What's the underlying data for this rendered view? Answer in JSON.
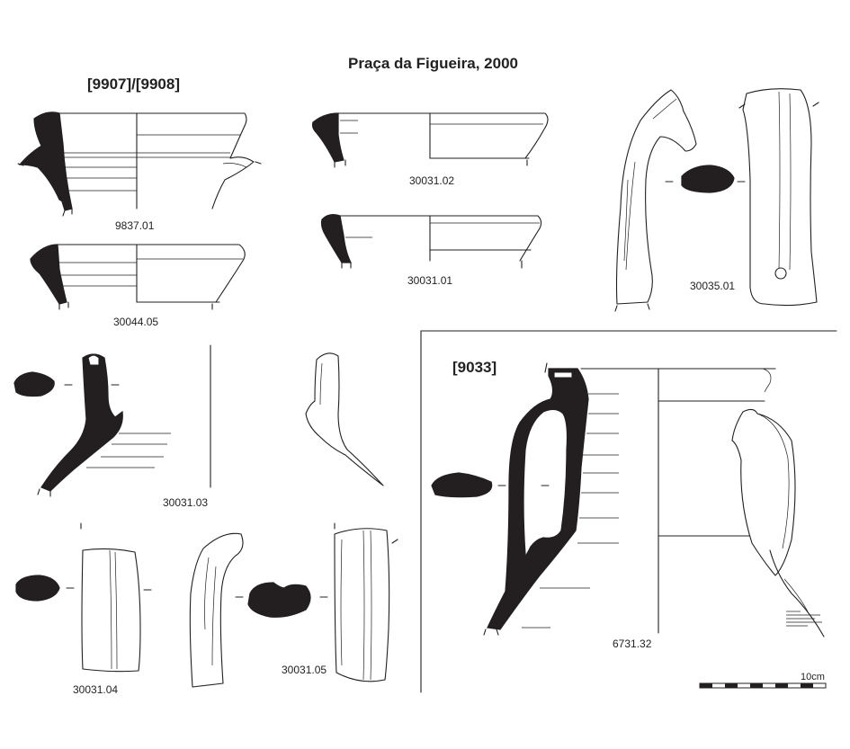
{
  "title": "Praça da Figueira, 2000",
  "contexts": {
    "group_a": "[9907]/[9908]",
    "group_b": "[9033]"
  },
  "labels": {
    "f_9837_01": "9837.01",
    "f_30044_05": "30044.05",
    "f_30031_02": "30031.02",
    "f_30031_01": "30031.01",
    "f_30035_01": "30035.01",
    "f_30031_03": "30031.03",
    "f_30031_04": "30031.04",
    "f_30031_05": "30031.05",
    "f_6731_32": "6731.32"
  },
  "scale_bar": {
    "label": "10cm"
  },
  "colors": {
    "ink": "#231f20",
    "paper": "#ffffff"
  }
}
